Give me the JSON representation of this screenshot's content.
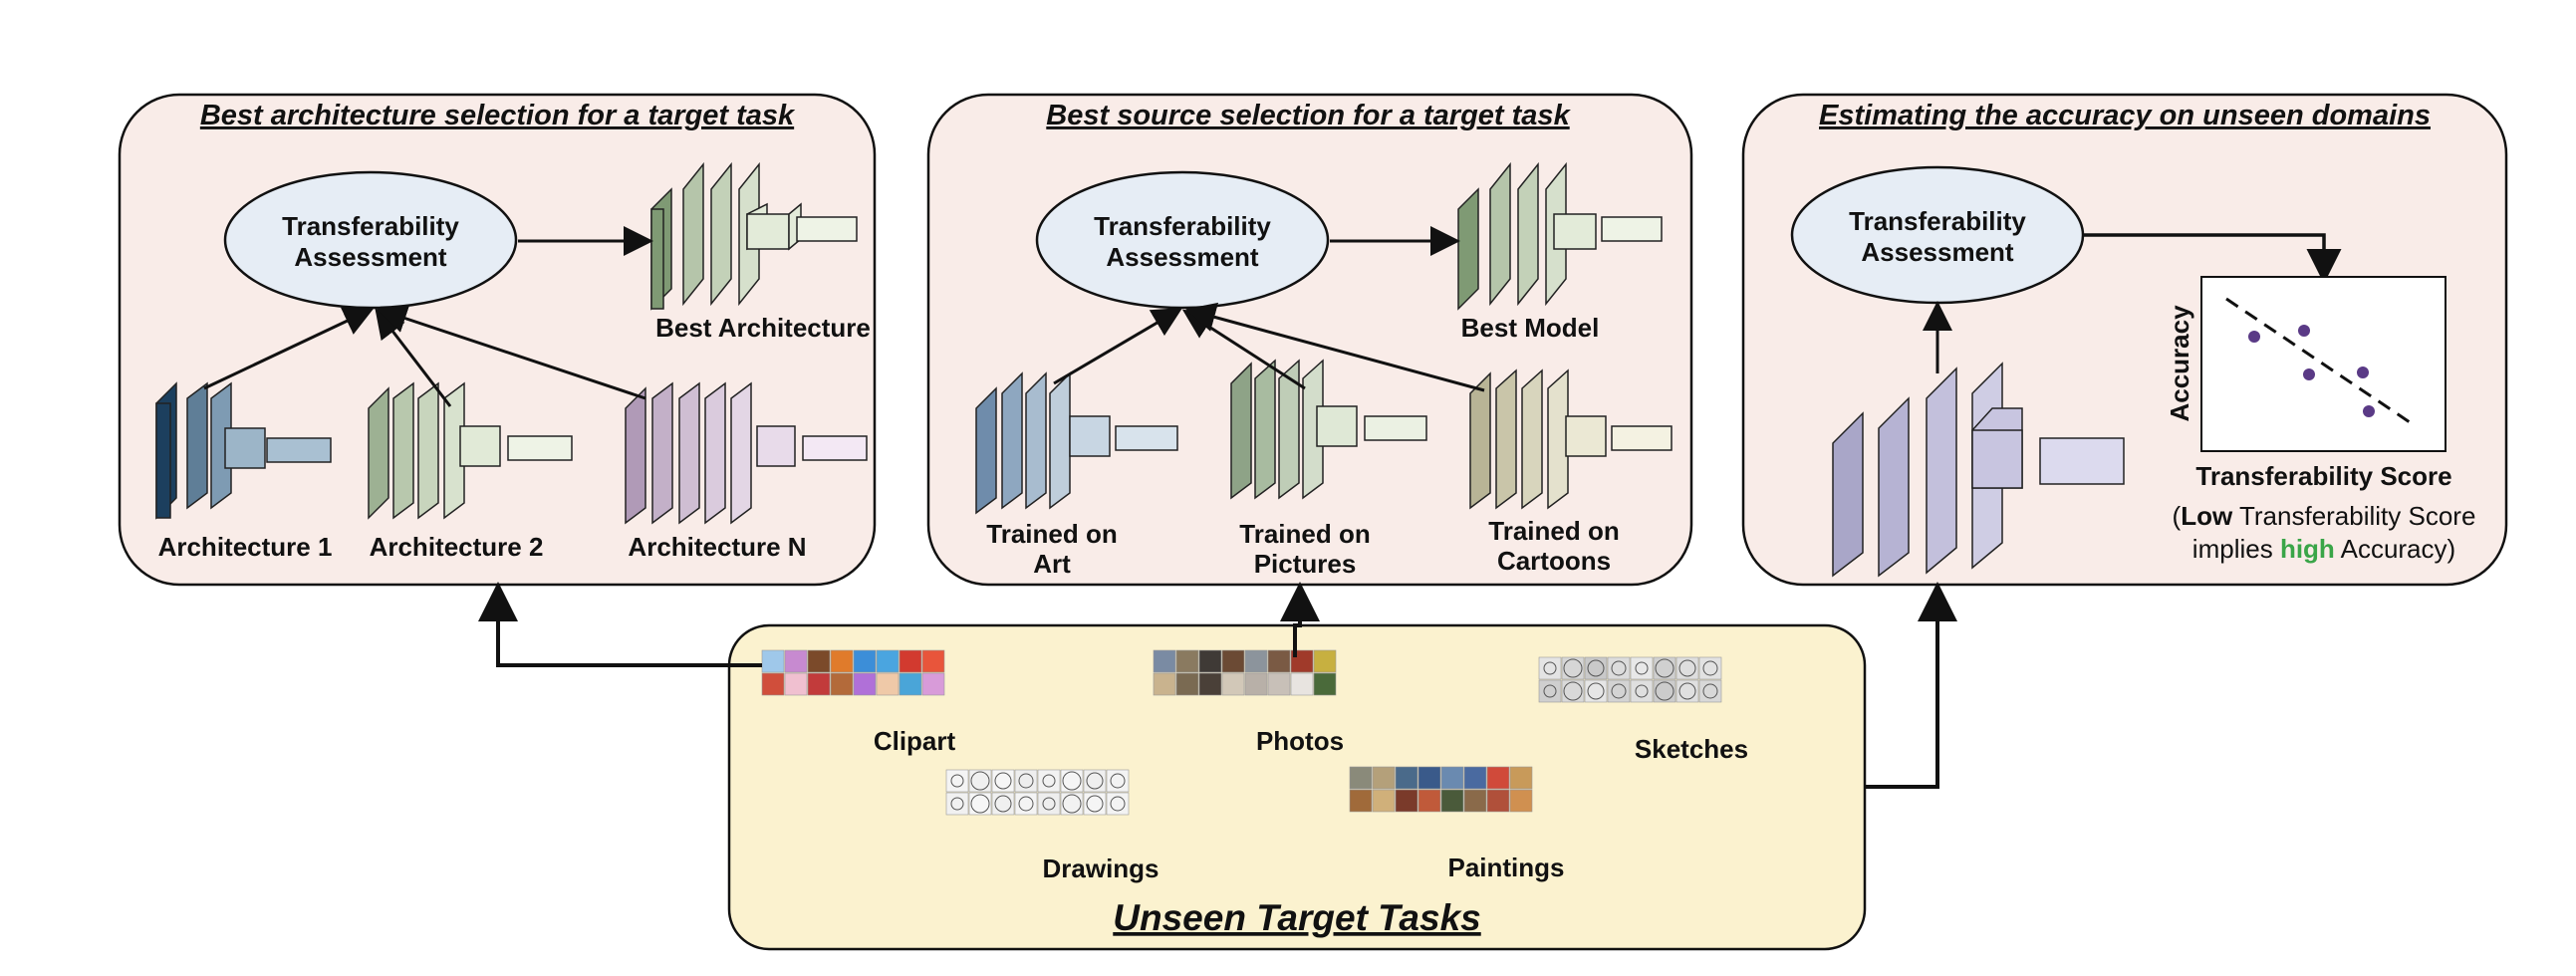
{
  "panels": {
    "architecture": {
      "title": "Best architecture selection for a target task",
      "assessment_line1": "Transferability",
      "assessment_line2": "Assessment",
      "output_label": "Best Architecture",
      "inputs": [
        "Architecture 1",
        "Architecture 2",
        "Architecture N"
      ]
    },
    "source": {
      "title": "Best source selection for a target task",
      "assessment_line1": "Transferability",
      "assessment_line2": "Assessment",
      "output_label": "Best Model",
      "inputs": [
        {
          "line1": "Trained on",
          "line2": "Art"
        },
        {
          "line1": "Trained on",
          "line2": "Pictures"
        },
        {
          "line1": "Trained on",
          "line2": "Cartoons"
        }
      ]
    },
    "accuracy": {
      "title": "Estimating the accuracy on unseen domains",
      "assessment_line1": "Transferability",
      "assessment_line2": "Assessment",
      "plot_ylabel": "Accuracy",
      "plot_xlabel": "Transferability Score",
      "note_open": "(",
      "note_low": "Low",
      "note_mid": " Transferability Score",
      "note_implies": "implies ",
      "note_high": "high",
      "note_end": " Accuracy)"
    }
  },
  "targets": {
    "title": "Unseen Target Tasks",
    "domains": [
      "Clipart",
      "Photos",
      "Sketches",
      "Drawings",
      "Paintings"
    ]
  },
  "colors": {
    "panel_fill": "#f9ece8",
    "target_fill": "#fbf2cf",
    "ellipse_fill": "#e6edf5",
    "highlight_green": "#3aa548",
    "scatter_dot": "#5a3a86"
  }
}
